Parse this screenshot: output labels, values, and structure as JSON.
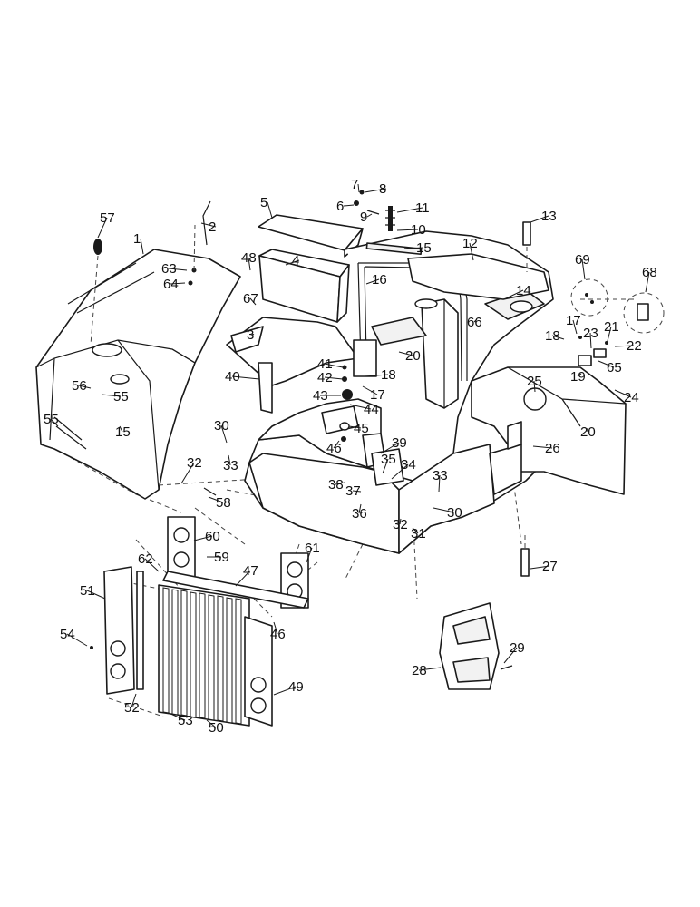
{
  "diagram": {
    "callouts": [
      {
        "id": "c1",
        "label": "1"
      },
      {
        "id": "c2",
        "label": "2"
      },
      {
        "id": "c3",
        "label": "3"
      },
      {
        "id": "c4",
        "label": "4"
      },
      {
        "id": "c5",
        "label": "5"
      },
      {
        "id": "c6",
        "label": "6"
      },
      {
        "id": "c7",
        "label": "7"
      },
      {
        "id": "c8",
        "label": "8"
      },
      {
        "id": "c9",
        "label": "9"
      },
      {
        "id": "c10",
        "label": "10"
      },
      {
        "id": "c11",
        "label": "11"
      },
      {
        "id": "c12",
        "label": "12"
      },
      {
        "id": "c13",
        "label": "13"
      },
      {
        "id": "c14",
        "label": "14"
      },
      {
        "id": "c15a",
        "label": "15"
      },
      {
        "id": "c15b",
        "label": "15"
      },
      {
        "id": "c16",
        "label": "16"
      },
      {
        "id": "c17a",
        "label": "17"
      },
      {
        "id": "c17b",
        "label": "17"
      },
      {
        "id": "c18a",
        "label": "18"
      },
      {
        "id": "c18b",
        "label": "18"
      },
      {
        "id": "c19",
        "label": "19"
      },
      {
        "id": "c20a",
        "label": "20"
      },
      {
        "id": "c20b",
        "label": "20"
      },
      {
        "id": "c21",
        "label": "21"
      },
      {
        "id": "c22",
        "label": "22"
      },
      {
        "id": "c23",
        "label": "23"
      },
      {
        "id": "c24",
        "label": "24"
      },
      {
        "id": "c25",
        "label": "25"
      },
      {
        "id": "c26",
        "label": "26"
      },
      {
        "id": "c27",
        "label": "27"
      },
      {
        "id": "c28",
        "label": "28"
      },
      {
        "id": "c29",
        "label": "29"
      },
      {
        "id": "c30a",
        "label": "30"
      },
      {
        "id": "c30b",
        "label": "30"
      },
      {
        "id": "c31",
        "label": "31"
      },
      {
        "id": "c32a",
        "label": "32"
      },
      {
        "id": "c32b",
        "label": "32"
      },
      {
        "id": "c33a",
        "label": "33"
      },
      {
        "id": "c33b",
        "label": "33"
      },
      {
        "id": "c34",
        "label": "34"
      },
      {
        "id": "c35",
        "label": "35"
      },
      {
        "id": "c36",
        "label": "36"
      },
      {
        "id": "c37",
        "label": "37"
      },
      {
        "id": "c38",
        "label": "38"
      },
      {
        "id": "c39",
        "label": "39"
      },
      {
        "id": "c40",
        "label": "40"
      },
      {
        "id": "c41",
        "label": "41"
      },
      {
        "id": "c42",
        "label": "42"
      },
      {
        "id": "c43",
        "label": "43"
      },
      {
        "id": "c44",
        "label": "44"
      },
      {
        "id": "c45",
        "label": "45"
      },
      {
        "id": "c46a",
        "label": "46"
      },
      {
        "id": "c46b",
        "label": "46"
      },
      {
        "id": "c47",
        "label": "47"
      },
      {
        "id": "c48",
        "label": "48"
      },
      {
        "id": "c49",
        "label": "49"
      },
      {
        "id": "c50",
        "label": "50"
      },
      {
        "id": "c51",
        "label": "51"
      },
      {
        "id": "c52",
        "label": "52"
      },
      {
        "id": "c53",
        "label": "53"
      },
      {
        "id": "c54",
        "label": "54"
      },
      {
        "id": "c55a",
        "label": "55"
      },
      {
        "id": "c55b",
        "label": "55"
      },
      {
        "id": "c56",
        "label": "56"
      },
      {
        "id": "c57",
        "label": "57"
      },
      {
        "id": "c58",
        "label": "58"
      },
      {
        "id": "c59",
        "label": "59"
      },
      {
        "id": "c60",
        "label": "60"
      },
      {
        "id": "c61",
        "label": "61"
      },
      {
        "id": "c62",
        "label": "62"
      },
      {
        "id": "c63",
        "label": "63"
      },
      {
        "id": "c64",
        "label": "64"
      },
      {
        "id": "c65",
        "label": "65"
      },
      {
        "id": "c66",
        "label": "66"
      },
      {
        "id": "c67",
        "label": "67"
      },
      {
        "id": "c68",
        "label": "68"
      },
      {
        "id": "c69",
        "label": "69"
      }
    ]
  }
}
